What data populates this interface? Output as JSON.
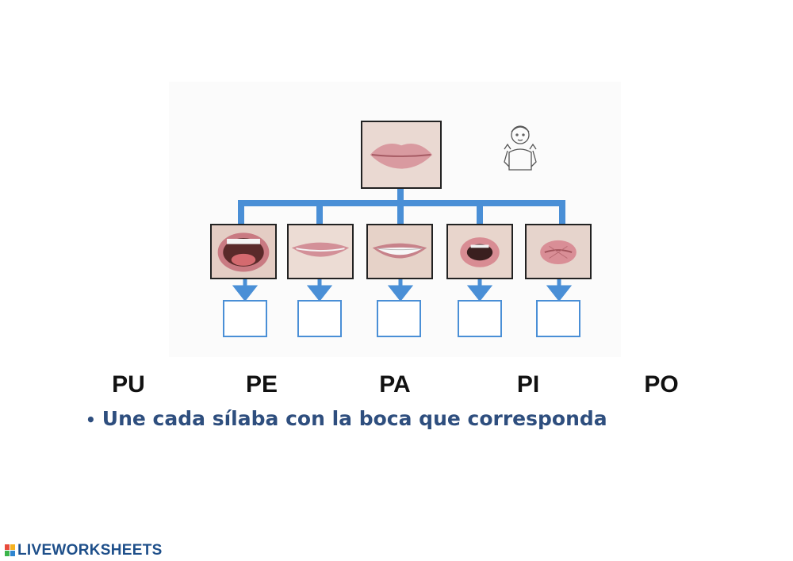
{
  "syllables": [
    {
      "label": "PU"
    },
    {
      "label": "PE"
    },
    {
      "label": "PA"
    },
    {
      "label": "PI"
    },
    {
      "label": "PO"
    }
  ],
  "instruction": {
    "bullet": "•",
    "text": "Une cada sílaba con la boca que corresponda"
  },
  "brand": {
    "text": "LIVEWORKSHEETS"
  },
  "colors": {
    "connector": "#4a8fd6",
    "instruction": "#2e4e7e",
    "brand": "#1e4f8a"
  },
  "icons": [
    "closed-lips-photo",
    "open-mouth-photo",
    "smiling-lips-photo",
    "teeth-smile-photo",
    "round-mouth-photo",
    "pursed-lips-photo",
    "child-signing-icon",
    "liveworksheets-logo-icon"
  ]
}
